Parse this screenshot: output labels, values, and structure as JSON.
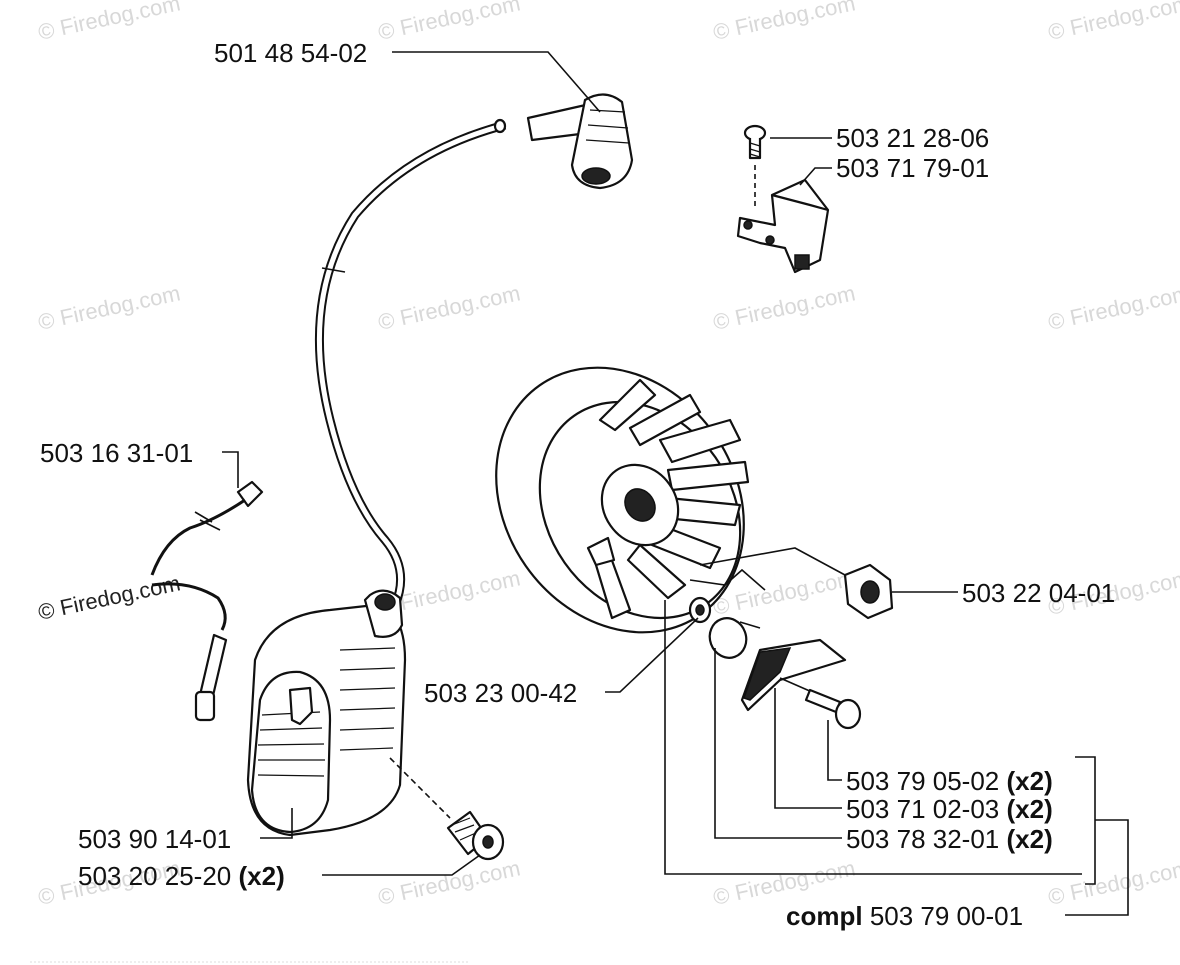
{
  "watermark": "© Firedog.com",
  "labels": {
    "plug_cap": "501 48 54-02",
    "screw_small": "503 21 28-06",
    "bracket": "503 71 79-01",
    "lead": "503 16 31-01",
    "nut": "503 22 04-01",
    "washer": "503 23 00-42",
    "pawl_pin": "503 79 05-02",
    "pawl": "503 71 02-03",
    "spring": "503 78 32-01",
    "coil": "503 90 14-01",
    "coil_screw": "503 20 25-20",
    "compl_prefix": "compl",
    "compl": "503 79 00-01",
    "x2": "(x2)"
  }
}
